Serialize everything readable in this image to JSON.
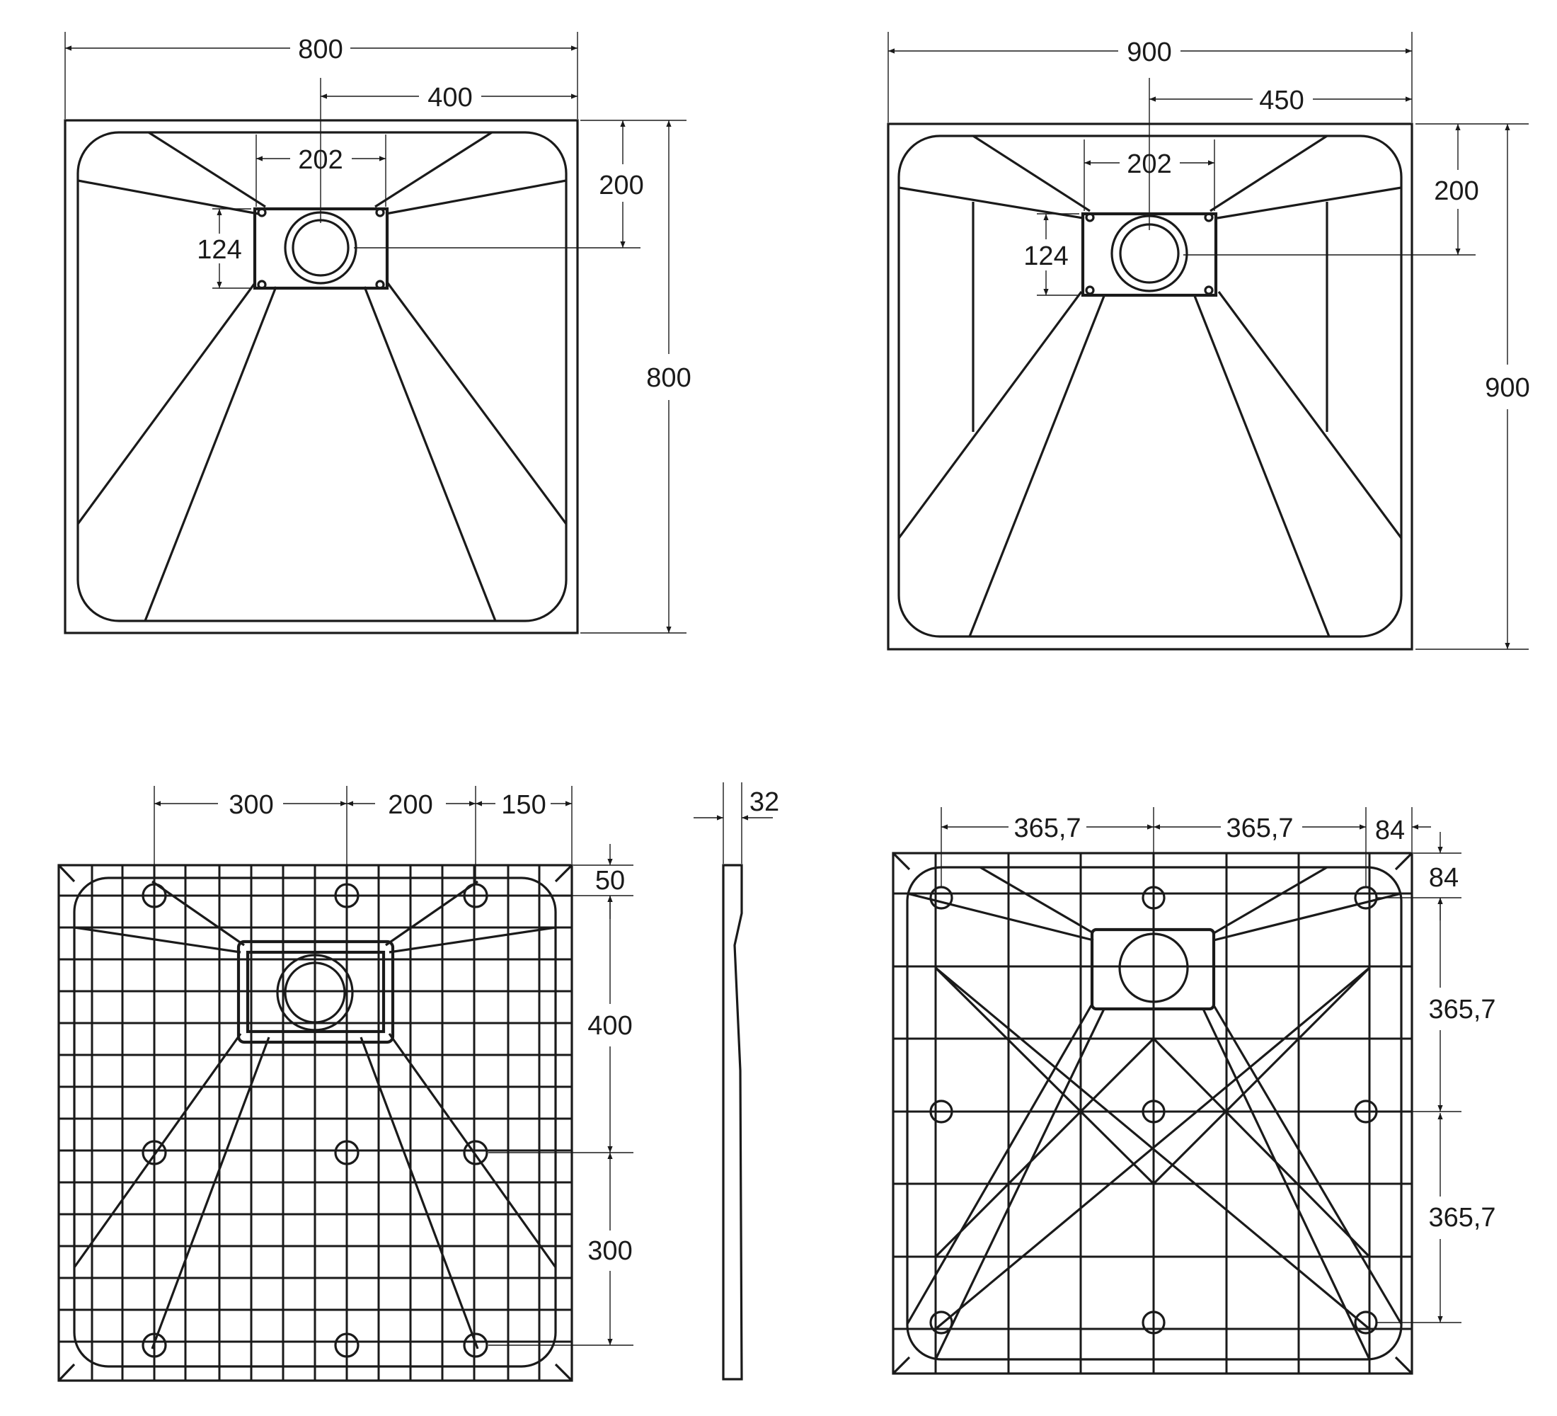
{
  "colors": {
    "line": "#1a1a1a",
    "background": "#ffffff"
  },
  "views": {
    "tray_800_top": {
      "width": "800",
      "half_width": "400",
      "drain_width": "202",
      "drain_offset_from_top": "200",
      "drain_height": "124",
      "height": "800"
    },
    "tray_900_top": {
      "width": "900",
      "half_width": "450",
      "drain_width": "202",
      "drain_offset_from_top": "200",
      "drain_height": "124",
      "height": "900"
    },
    "tray_800_bottom": {
      "foot_spacing_x1": "300",
      "foot_spacing_x2": "200",
      "foot_spacing_x3": "150",
      "edge_offset_y": "50",
      "foot_spacing_y1": "400",
      "foot_spacing_y2": "300"
    },
    "side_profile": {
      "thickness": "32"
    },
    "tray_900_bottom": {
      "foot_spacing_x1": "365,7",
      "foot_spacing_x2": "365,7",
      "edge_offset_x": "84",
      "edge_offset_y": "84",
      "foot_spacing_y1": "365,7",
      "foot_spacing_y2": "365,7"
    }
  }
}
